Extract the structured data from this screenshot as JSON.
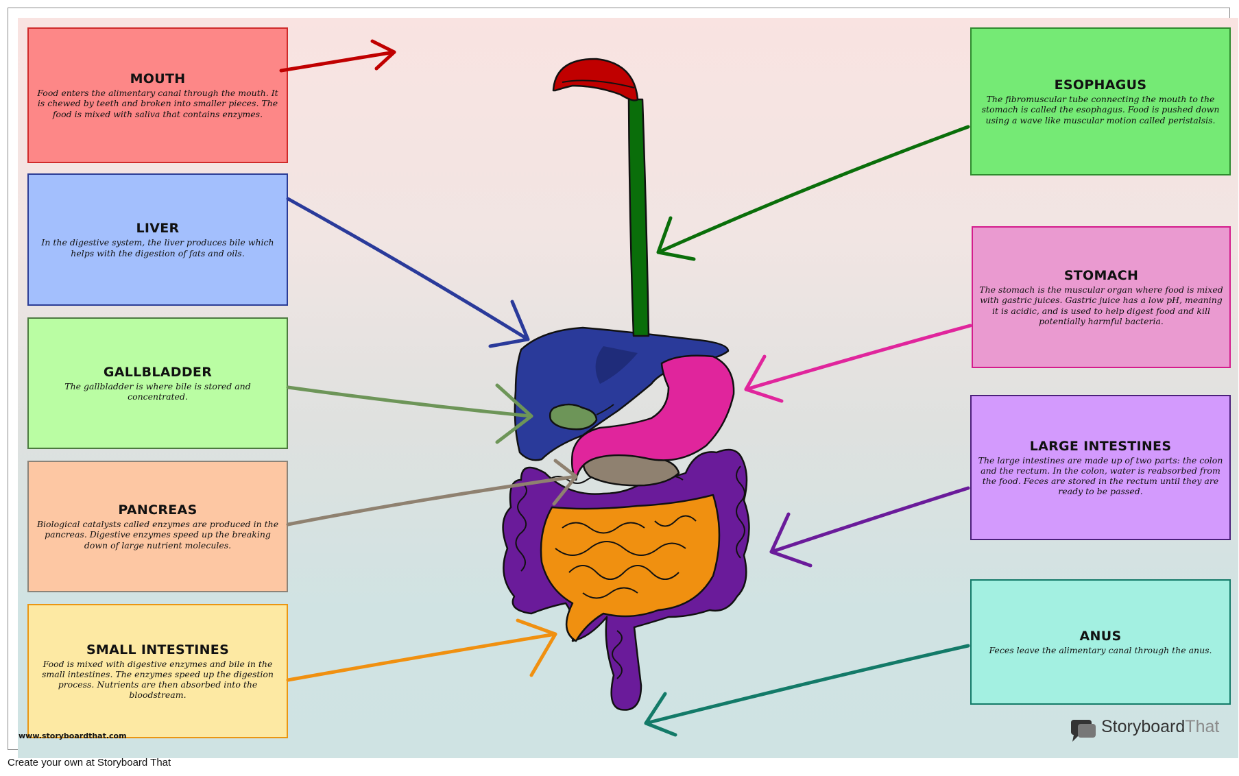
{
  "labels": [
    {
      "id": "mouth",
      "title": "MOUTH",
      "text": "Food enters the alimentary canal through the mouth. It is chewed by teeth and broken into smaller pieces. The food is mixed with saliva that contains enzymes.",
      "fill": "#fd8787",
      "border": "#cf2a2a"
    },
    {
      "id": "liver",
      "title": "LIVER",
      "text": "In the digestive system, the liver produces bile which helps with the digestion of fats and oils.",
      "fill": "#a3bffd",
      "border": "#2b3c95"
    },
    {
      "id": "gallbladder",
      "title": "GALLBLADDER",
      "text": "The gallbladder is where bile is stored and concentrated.",
      "fill": "#bafda3",
      "border": "#4c7a3f"
    },
    {
      "id": "pancreas",
      "title": "PANCREAS",
      "text": "Biological catalysts called enzymes are produced in the pancreas. Digestive enzymes speed up the breaking down of large nutrient molecules.",
      "fill": "#fdc7a3",
      "border": "#8b8378"
    },
    {
      "id": "small_intestines",
      "title": "SMALL INTESTINES",
      "text": "Food is mixed with digestive enzymes and bile in the small intestines. The enzymes speed up the digestion process. Nutrients are then absorbed into the bloodstream.",
      "fill": "#fde9a3",
      "border": "#ea9612"
    },
    {
      "id": "esophagus",
      "title": "ESOPHAGUS",
      "text": "The fibromuscular tube connecting the mouth to the stomach is called the esophagus. Food is pushed down using a wave like muscular motion called peristalsis.",
      "fill": "#75ea75",
      "border": "#2e8b2e"
    },
    {
      "id": "stomach",
      "title": "STOMACH",
      "text": "The stomach is the muscular organ where food is mixed with gastric juices. Gastric juice has a low pH, meaning it is acidic, and is used to help digest food and kill potentially harmful bacteria.",
      "fill": "#ea9ad0",
      "border": "#d41c8c"
    },
    {
      "id": "large_intestines",
      "title": "LARGE INTESTINES",
      "text": "The large intestines are made up of two parts: the colon and the rectum. In the colon, water is reabsorbed from the food. Feces are stored in the rectum until they are ready to be passed.",
      "fill": "#d39afd",
      "border": "#4b1f7a"
    },
    {
      "id": "anus",
      "title": "ANUS",
      "text": "Feces leave the alimentary canal through the anus.",
      "fill": "#a3f0e1",
      "border": "#137a68"
    }
  ],
  "organ_colors": {
    "mouth": "#c00000",
    "esophagus": "#0a6e0a",
    "liver": "#2a3a9a",
    "gallbladder": "#6d9558",
    "stomach": "#e0259c",
    "pancreas": "#8f8170",
    "small_intestines": "#f09010",
    "large_intestines": "#6a1b9a"
  },
  "footer": {
    "url": "www.storyboardthat.com",
    "logo_bold": "Storyboard",
    "logo_light": "That"
  },
  "caption": "Create your own at Storyboard That"
}
